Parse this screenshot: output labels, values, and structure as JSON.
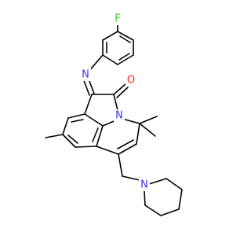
{
  "atoms": {
    "fluorine": {
      "symbol": "F",
      "color": "#33cc33"
    },
    "imine_nitrogen": {
      "symbol": "N",
      "color": "#3333ff"
    },
    "carbonyl_oxygen": {
      "symbol": "O",
      "color": "#ff2020"
    },
    "ring_nitrogen": {
      "symbol": "N",
      "color": "#3333ff"
    },
    "piperidine_nitrogen": {
      "symbol": "N",
      "color": "#3333ff"
    }
  },
  "colors": {
    "bond": "#000000",
    "background": "#ffffff"
  }
}
